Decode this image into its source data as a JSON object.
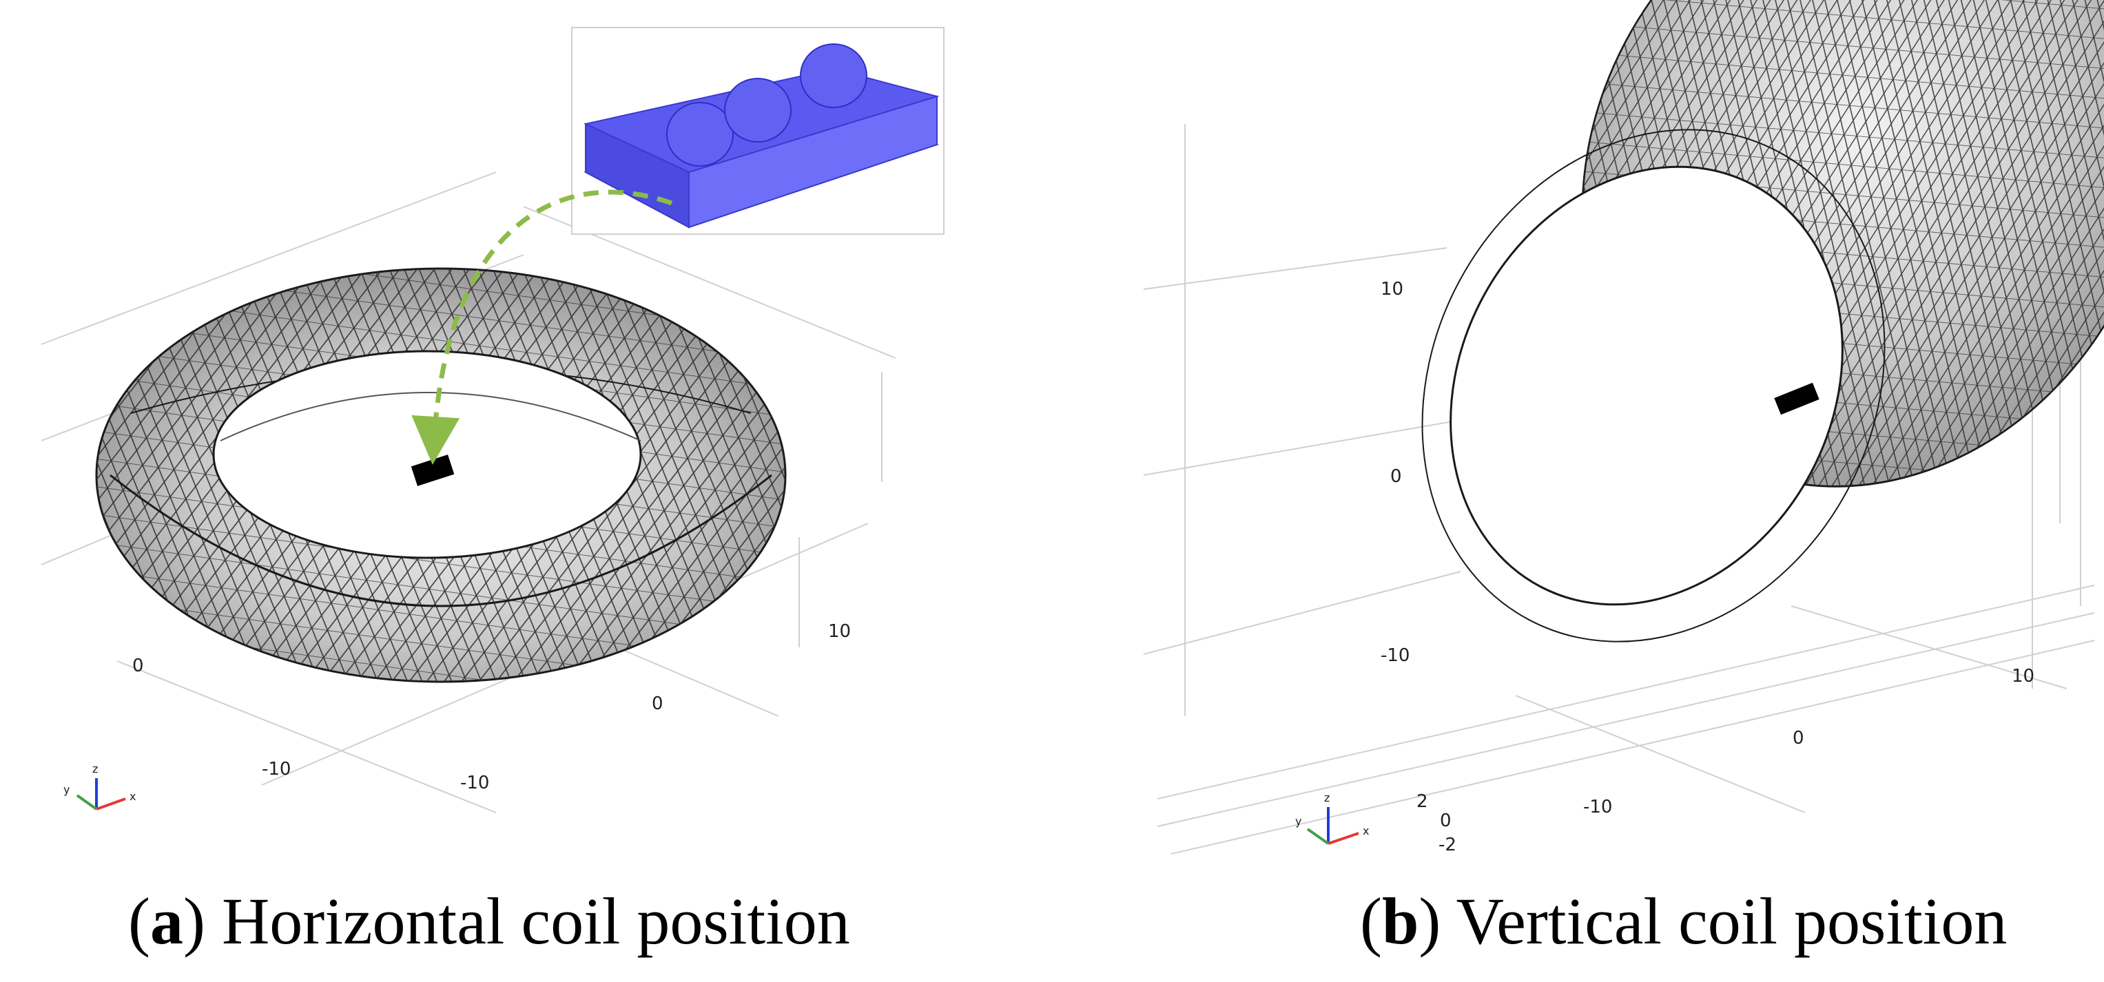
{
  "panel_a": {
    "letter": "a",
    "caption": "Horizontal coil position",
    "ticks": {
      "t1": "10",
      "t2": "0",
      "t3": "0",
      "t4": "-10",
      "t5": "-10"
    },
    "axes": {
      "x": "x",
      "y": "y",
      "z": "z"
    }
  },
  "panel_b": {
    "letter": "b",
    "caption": "Vertical coil position",
    "ticks": {
      "t1": "10",
      "t2": "0",
      "t3": "-10",
      "t4": "10",
      "t5": "0",
      "t6": "-10",
      "t7": "2",
      "t8": "0",
      "t9": "-2"
    },
    "axes": {
      "x": "x",
      "y": "y",
      "z": "z"
    }
  },
  "colors": {
    "mesh_light": "#e8e8e8",
    "mesh_dark": "#8c8c8c",
    "inset_blue": "#5a5af0",
    "arrow_green": "#8dbb4a",
    "triad_x": "#e53935",
    "triad_y": "#43a047",
    "triad_z": "#1e3fd8"
  }
}
